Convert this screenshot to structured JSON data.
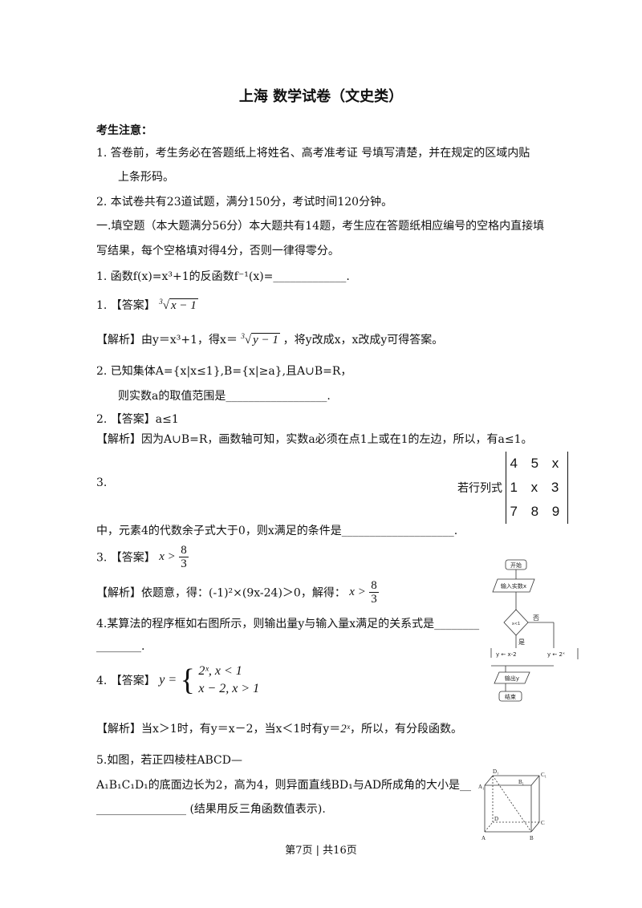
{
  "title": "上海 数学试卷（文史类）",
  "notice_heading": "考生注意：",
  "notice1_line1": "1.   答卷前，考生务必在答题纸上将姓名、高考准考证 号填写清楚，并在规定的区域内贴",
  "notice1_line2": "上条形码。",
  "notice2": "2.   本试卷共有23道试题，满分150分，考试时间120分钟。",
  "section1_line1": "一.填空题（本大题满分56分）本大题共有14题，考生应在答题纸相应编号的空格内直接填",
  "section1_line2": "写结果，每个空格填对得4分，否则一律得零分。",
  "q1": "1.   函数f(x)=x³+1的反函数f⁻¹(x)=_____________.",
  "a1_label": "1.   【答案】",
  "a1_math": "x − 1",
  "a1_index": "3",
  "e1_pre": "【解析】由y＝x³+1，得x＝",
  "e1_math": "y − 1",
  "e1_index": "3",
  "e1_post": "，将y改成x，x改成y可得答案。",
  "q2_line1": "2.   已知集体A={x|x≤1},B={x|≥a},且A∪B=R，",
  "q2_line2": "则实数a的取值范围是__________________.",
  "a2": "2.   【答案】a≤1",
  "e2": "【解析】因为A∪B=R，画数轴可知，实数a必须在点1上或在1的左边，所以，有a≤1。",
  "q3_num": "3.",
  "q3_pre": "若行列式",
  "det_rows": [
    "4 5 x",
    "1 x 3",
    "7 8 9"
  ],
  "q3_line2": "中，元素4的代数余子式大于0，则x满足的条件是____________________.",
  "a3_label": "3.   【答案】",
  "a3_math": "x >",
  "a3_num": "8",
  "a3_den": "3",
  "e3_pre": "【解析】依题意，得：(-1)²×(9x-24)＞0，解得：",
  "e3_math": "x >",
  "e3_num": "8",
  "e3_den": "3",
  "q4_line1": "4.某算法的程序框如右图所示，则输出量y与输入量x满足的关系式是________",
  "q4_line2": "________.",
  "a4_label": "4.   【答案】",
  "a4_lhs": "y =",
  "a4_piece1": "2ˣ, x < 1",
  "a4_piece2": "x − 2, x > 1",
  "e4_pre": "【解析】当x＞1时，有y＝x－2，当x＜1时有y＝",
  "e4_math": "2ˣ",
  "e4_post": "，所以，有分段函数。",
  "q5_line1": "5.如图，若正四棱柱ABCD—",
  "q5_line2": "A₁B₁C₁D₁的底面边长为2，高为4，则异面直线BD₁与AD所成角的大小是__",
  "q5_line3": "________________   (结果用反三角函数值表示).",
  "flow": {
    "start": "开始",
    "input": "输入实数x",
    "cond": "x<1",
    "no": "否",
    "yes": "是",
    "left_assign": "y ← x-2",
    "right_assign": "y ← 2ˣ",
    "output": "输出y",
    "end": "结束"
  },
  "cube_labels": {
    "D1": "D₁",
    "C1": "C₁",
    "A1": "A₁",
    "B1": "B₁",
    "D": "D",
    "C": "C",
    "A": "A",
    "B": "B"
  },
  "footer": "第7页 | 共16页"
}
